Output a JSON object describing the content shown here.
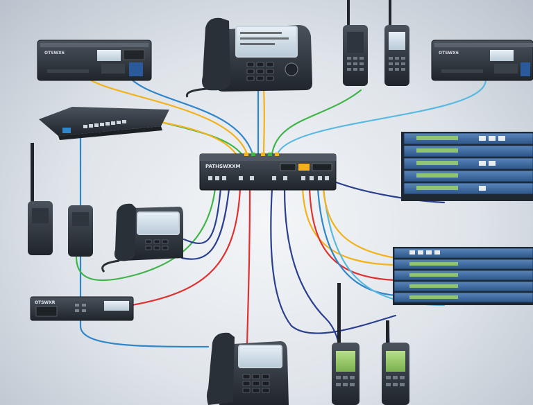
{
  "labels": {
    "base_station_1": "OTSWX6",
    "base_station_2": "OTSWX6",
    "router": "PATHSWXXM",
    "mobile_radio": "OTSWXR"
  },
  "icons": [
    "desk-phone-icon",
    "handheld-radio-icon",
    "network-switch-icon",
    "rack-server-icon",
    "base-station-icon",
    "mobile-radio-icon"
  ],
  "colors": {
    "cable_yellow": "#f2b21b",
    "cable_blue": "#2f86c9",
    "cable_green": "#3fb549",
    "cable_red": "#e03131",
    "cable_navy": "#2b3f8f",
    "cable_lightblue": "#59b9e0",
    "device_dark": "#2b3138",
    "rack_blue": "#3d6ea8"
  }
}
